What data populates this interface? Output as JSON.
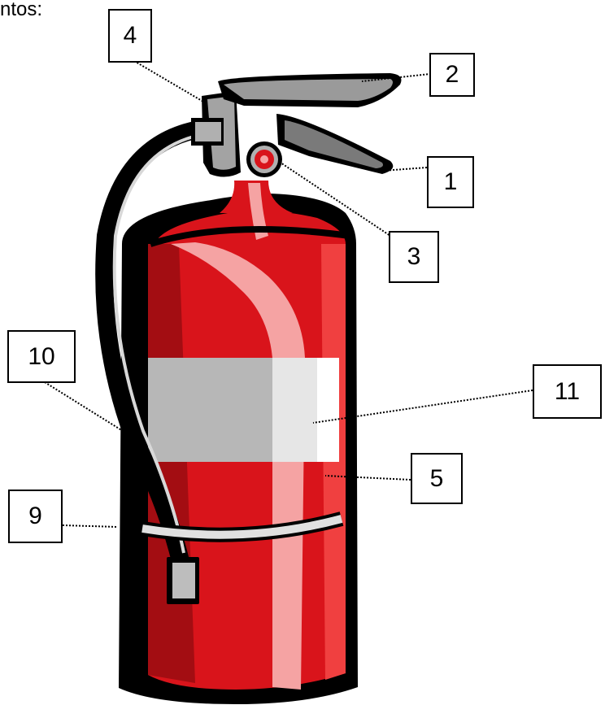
{
  "header": {
    "partial_text": "ntos:"
  },
  "labels": {
    "l1": "1",
    "l2": "2",
    "l3": "3",
    "l4": "4",
    "l5": "5",
    "l9": "9",
    "l10": "10",
    "l11": "11"
  },
  "colors": {
    "body_red": "#d9141b",
    "dark_red": "#a30d12",
    "highlight_pink": "#f5a3a3",
    "band_gray": "#b7b7b7",
    "band_light": "#e6e6e6",
    "valve_gray": "#9a9a9a",
    "outline": "#000000"
  }
}
